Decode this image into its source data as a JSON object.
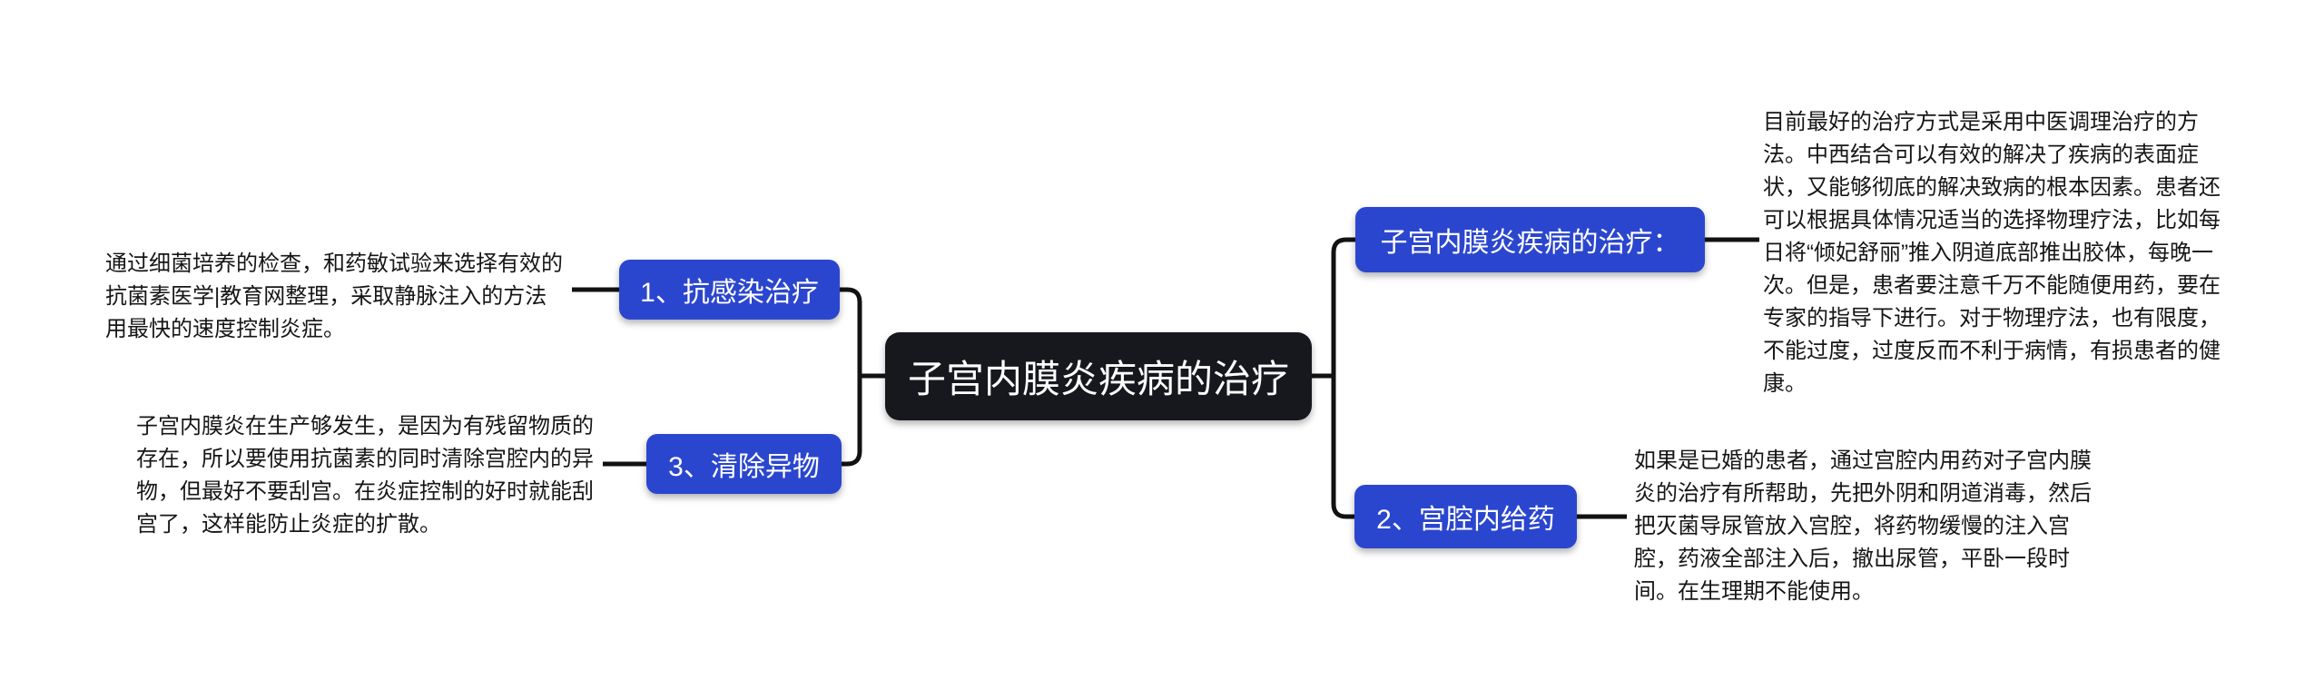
{
  "app": {
    "type": "mindmap"
  },
  "colors": {
    "topic_blue": "#2b46ce",
    "topic_dark": "#17181d",
    "connector": "#121212",
    "note_text": "#161616",
    "background": "#ffffff"
  },
  "center_topic": {
    "label": "子宫内膜炎疾病的治疗"
  },
  "left_branch": [
    {
      "id": "anti-infection",
      "label": "1、抗感染治疗",
      "note": "通过细菌培养的检查，和药敏试验来选择有效的抗菌素医学|教育网整理，采取静脉注入的方法用最快的速度控制炎症。"
    },
    {
      "id": "remove-foreign-matter",
      "label": "3、清除异物",
      "note": "子宫内膜炎在生产够发生，是因为有残留物质的存在，所以要使用抗菌素的同时清除宫腔内的异物，但最好不要刮宫。在炎症控制的好时就能刮宫了，这样能防止炎症的扩散。"
    }
  ],
  "right_branch": [
    {
      "id": "disease-treatment",
      "label": "子宫内膜炎疾病的治疗：",
      "note": "目前最好的治疗方式是采用中医调理治疗的方法。中西结合可以有效的解决了疾病的表面症状，又能够彻底的解决致病的根本因素。患者还可以根据具体情况适当的选择物理疗法，比如每日将“倾妃舒丽”推入阴道底部推出胶体，每晚一次。但是，患者要注意千万不能随便用药，要在专家的指导下进行。对于物理疗法，也有限度，不能过度，过度反而不利于病情，有损患者的健康。"
    },
    {
      "id": "intrauterine-medication",
      "label": "2、宫腔内给药",
      "note": "如果是已婚的患者，通过宫腔内用药对子宫内膜炎的治疗有所帮助，先把外阴和阴道消毒，然后把灭菌导尿管放入宫腔，将药物缓慢的注入宫腔，药液全部注入后，撤出尿管，平卧一段时间。在生理期不能使用。"
    }
  ]
}
